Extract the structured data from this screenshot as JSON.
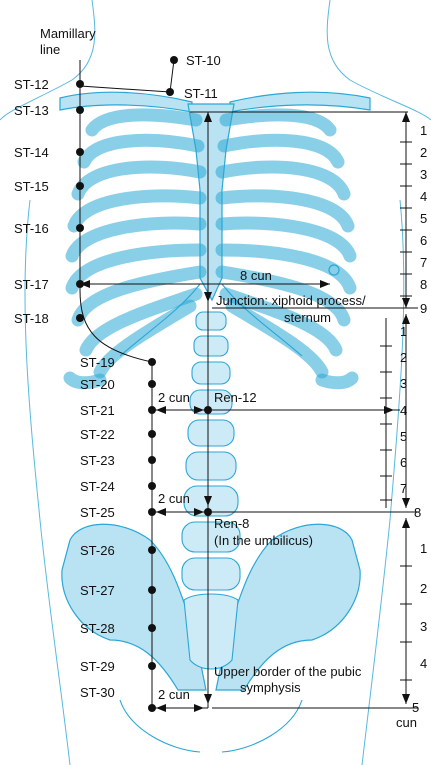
{
  "mamillary_label_line1": "Mamillary",
  "mamillary_label_line2": "line",
  "points_left": [
    {
      "id": "st10",
      "label": "ST-10"
    },
    {
      "id": "st11",
      "label": "ST-11"
    },
    {
      "id": "st12",
      "label": "ST-12"
    },
    {
      "id": "st13",
      "label": "ST-13"
    },
    {
      "id": "st14",
      "label": "ST-14"
    },
    {
      "id": "st15",
      "label": "ST-15"
    },
    {
      "id": "st16",
      "label": "ST-16"
    },
    {
      "id": "st17",
      "label": "ST-17"
    },
    {
      "id": "st18",
      "label": "ST-18"
    },
    {
      "id": "st19",
      "label": "ST-19"
    },
    {
      "id": "st20",
      "label": "ST-20"
    },
    {
      "id": "st21",
      "label": "ST-21"
    },
    {
      "id": "st22",
      "label": "ST-22"
    },
    {
      "id": "st23",
      "label": "ST-23"
    },
    {
      "id": "st24",
      "label": "ST-24"
    },
    {
      "id": "st25",
      "label": "ST-25"
    },
    {
      "id": "st26",
      "label": "ST-26"
    },
    {
      "id": "st27",
      "label": "ST-27"
    },
    {
      "id": "st28",
      "label": "ST-28"
    },
    {
      "id": "st29",
      "label": "ST-29"
    },
    {
      "id": "st30",
      "label": "ST-30"
    }
  ],
  "annotations": {
    "eight_cun": "8 cun",
    "junction_line1": "Junction: xiphoid process/",
    "junction_line2": "sternum",
    "two_cun_a": "2 cun",
    "two_cun_b": "2 cun",
    "two_cun_c": "2 cun",
    "ren12": "Ren-12",
    "ren8_line1": "Ren-8",
    "ren8_line2": "(In the umbilicus)",
    "pubic_line1": "Upper border of the pubic",
    "pubic_line2": "symphysis",
    "unit": "cun"
  },
  "scale_upper": [
    "1",
    "2",
    "3",
    "4",
    "5",
    "6",
    "7",
    "8",
    "9"
  ],
  "scale_middle": [
    "1",
    "2",
    "3",
    "4",
    "5",
    "6",
    "7",
    "8"
  ],
  "scale_lower": [
    "1",
    "2",
    "3",
    "4",
    "5"
  ]
}
